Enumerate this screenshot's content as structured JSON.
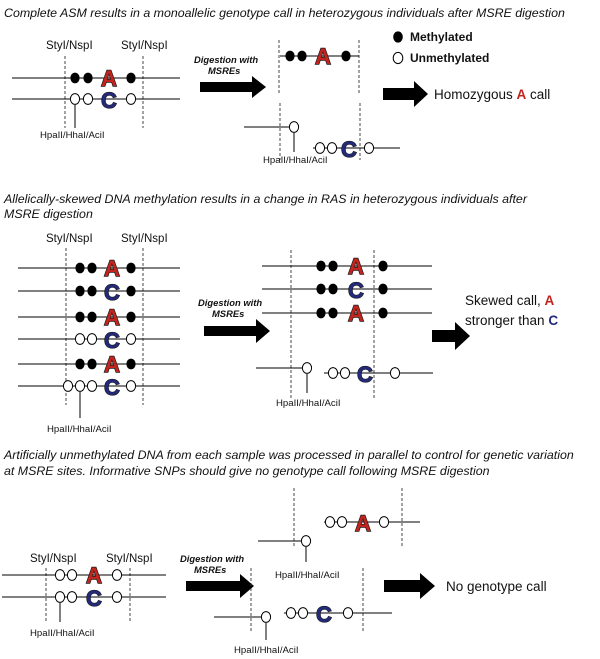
{
  "panels": [
    {
      "caption_lines": [
        "Complete ASM results in a monoallelic genotype call in heterozygous individuals after MSRE digestion"
      ],
      "site_left": "StyI/NspI",
      "site_right": "StyI/NspI",
      "enzyme_before": "HpaII/HhaI/AciI",
      "digestion_lines": [
        "Digestion with",
        "MSREs"
      ],
      "enzyme_after": "HpaII/HhaI/AciI",
      "result_text_before": "Homozygous ",
      "result_allele": "A",
      "result_text_after": " call"
    },
    {
      "caption_lines": [
        "Allelically-skewed DNA methylation results in a change in RAS in heterozygous individuals after",
        "MSRE digestion"
      ],
      "site_left": "StyI/NspI",
      "site_right": "StyI/NspI",
      "enzyme_before": "HpaII/HhaI/AciI",
      "digestion_lines": [
        "Digestion with",
        "MSREs"
      ],
      "enzyme_after": "HpaII/HhaI/AciI",
      "result_line1_before": "Skewed call, ",
      "result_line1_allele": "A",
      "result_line2_before": "stronger than ",
      "result_line2_allele": "C"
    },
    {
      "caption_lines": [
        "Artificially unmethylated DNA from each sample was processed in parallel to control for genetic variation",
        "at MSRE sites. Informative SNPs should give no genotype call following MSRE digestion"
      ],
      "site_left": "StyI/NspI",
      "site_right": "StyI/NspI",
      "enzyme_before": "HpaII/HhaI/AciI",
      "digestion_lines": [
        "Digestion with",
        "MSREs"
      ],
      "enzyme_after_a": "HpaII/HhaI/AciI",
      "enzyme_after_c": "HpaII/HhaI/AciI",
      "result_text": "No genotype call"
    }
  ],
  "legend": {
    "methylated": "Methylated",
    "unmethylated": "Unmethylated"
  },
  "alleles": {
    "a": "A",
    "c": "C"
  },
  "colors": {
    "allele_a": "#c4241e",
    "allele_c": "#232a7c",
    "cpg_methylated": "#000000",
    "cpg_unmethylated": "#ffffff"
  }
}
